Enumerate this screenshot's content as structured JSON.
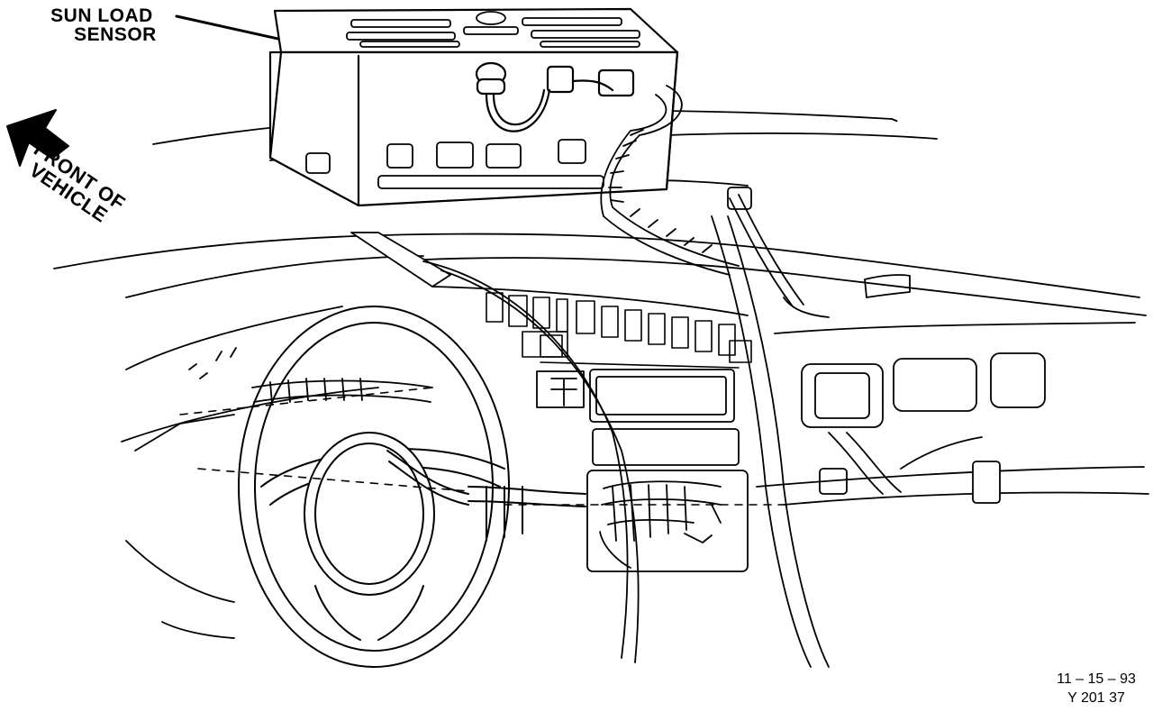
{
  "labels": {
    "sun_load_sensor_line1": "SUN LOAD",
    "sun_load_sensor_line2": "SENSOR",
    "front_line1": "FRONT OF",
    "front_line2": "VEHICLE"
  },
  "stamp": {
    "date": "11 – 15 – 93",
    "code": "Y 201 37"
  },
  "colors": {
    "ink": "#000000",
    "paper": "#ffffff"
  },
  "icons": {
    "front_arrow": "arrow-up-left-icon"
  }
}
